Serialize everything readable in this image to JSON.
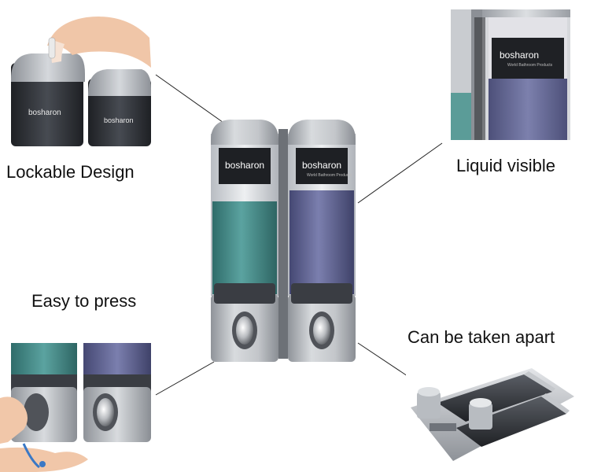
{
  "captions": {
    "lockable": "Lockable Design",
    "liquid": "Liquid visible",
    "press": "Easy to press",
    "apart": "Can be taken apart"
  },
  "brand": {
    "name": "bosharon",
    "tagline": "World Bathroom Products"
  },
  "colors": {
    "silver": "#a9adb3",
    "teal_liquid": "#4d8b8a",
    "purple_liquid": "#6b6f9c",
    "dark_body": "#2b2e33"
  }
}
